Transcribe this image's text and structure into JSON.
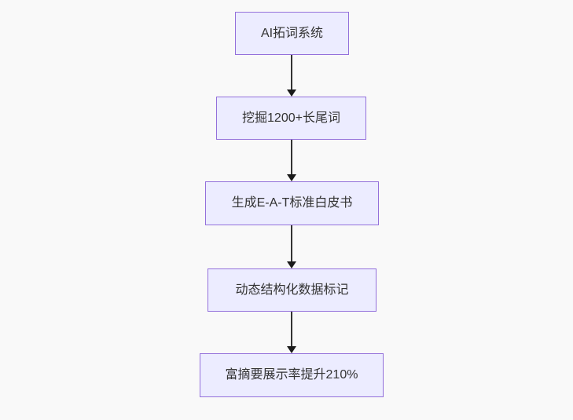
{
  "diagram": {
    "type": "flowchart",
    "direction": "top-down",
    "nodes": [
      {
        "id": "node-1",
        "label": "AI拓词系统"
      },
      {
        "id": "node-2",
        "label": "挖掘1200+长尾词"
      },
      {
        "id": "node-3",
        "label": "生成E-A-T标准白皮书"
      },
      {
        "id": "node-4",
        "label": "动态结构化数据标记"
      },
      {
        "id": "node-5",
        "label": "富摘要展示率提升210%"
      }
    ],
    "edges": [
      {
        "from": "AI拓词系统",
        "to": "挖掘1200+长尾词",
        "style": "arrow-down"
      },
      {
        "from": "挖掘1200+长尾词",
        "to": "生成E-A-T标准白皮书",
        "style": "arrow-down"
      },
      {
        "from": "生成E-A-T标准白皮书",
        "to": "动态结构化数据标记",
        "style": "arrow-down"
      },
      {
        "from": "动态结构化数据标记",
        "to": "富摘要展示率提升210%",
        "style": "arrow-down"
      }
    ],
    "colors": {
      "background": "#f9f9f9",
      "node_fill": "#ECECFF",
      "node_border": "#9370DB",
      "node_text": "#333333",
      "edge_line": "#333333",
      "edge_arrowhead": "#1a1a1a"
    }
  }
}
